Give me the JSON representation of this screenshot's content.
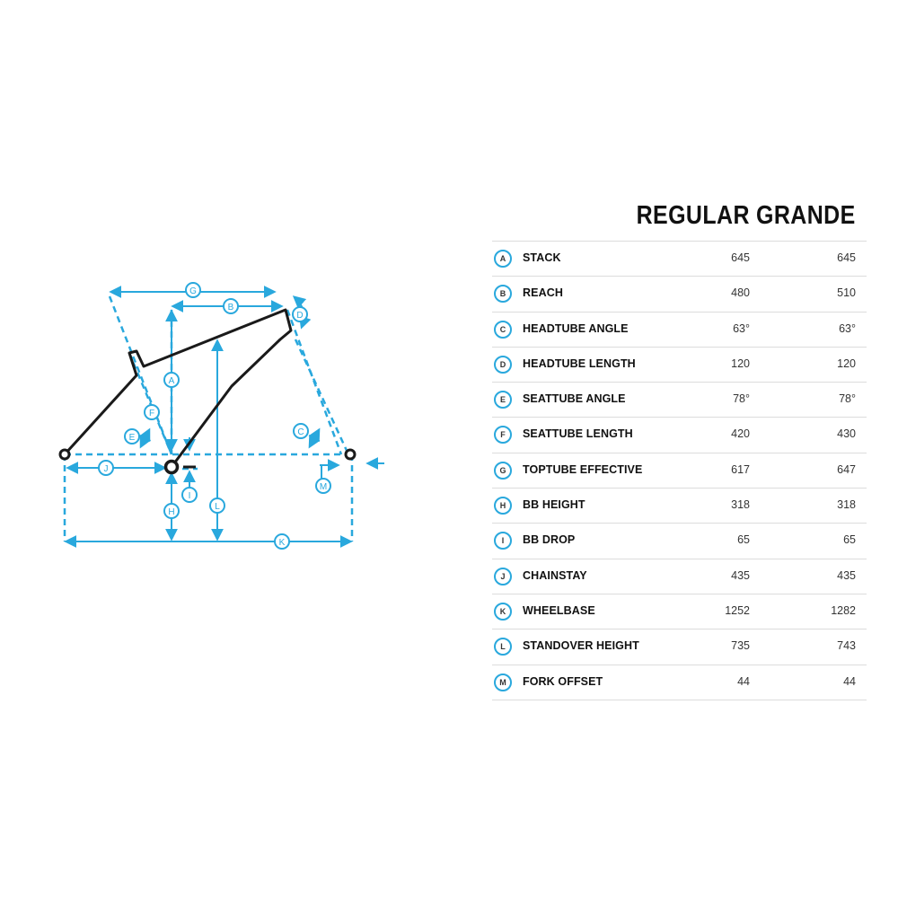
{
  "columns": {
    "regular": "REGULAR",
    "grande": "GRANDE"
  },
  "rows": [
    {
      "key": "A",
      "label": "STACK",
      "regular": "645",
      "grande": "645"
    },
    {
      "key": "B",
      "label": "REACH",
      "regular": "480",
      "grande": "510"
    },
    {
      "key": "C",
      "label": "HEADTUBE ANGLE",
      "regular": "63°",
      "grande": "63°"
    },
    {
      "key": "D",
      "label": "HEADTUBE LENGTH",
      "regular": "120",
      "grande": "120"
    },
    {
      "key": "E",
      "label": "SEATTUBE ANGLE",
      "regular": "78°",
      "grande": "78°"
    },
    {
      "key": "F",
      "label": "SEATTUBE LENGTH",
      "regular": "420",
      "grande": "430"
    },
    {
      "key": "G",
      "label": "TOPTUBE EFFECTIVE",
      "regular": "617",
      "grande": "647"
    },
    {
      "key": "H",
      "label": "BB HEIGHT",
      "regular": "318",
      "grande": "318"
    },
    {
      "key": "I",
      "label": "BB DROP",
      "regular": "65",
      "grande": "65"
    },
    {
      "key": "J",
      "label": "CHAINSTAY",
      "regular": "435",
      "grande": "435"
    },
    {
      "key": "K",
      "label": "WHEELBASE",
      "regular": "1252",
      "grande": "1282"
    },
    {
      "key": "L",
      "label": "STANDOVER HEIGHT",
      "regular": "735",
      "grande": "743"
    },
    {
      "key": "M",
      "label": "FORK OFFSET",
      "regular": "44",
      "grande": "44"
    }
  ],
  "diagram_labels": {
    "A": "A",
    "B": "B",
    "C": "C",
    "D": "D",
    "E": "E",
    "F": "F",
    "G": "G",
    "H": "H",
    "I": "I",
    "J": "J",
    "K": "K",
    "L": "L",
    "M": "M"
  },
  "colors": {
    "accent": "#29a8dd",
    "frame": "#1a1a1a"
  }
}
